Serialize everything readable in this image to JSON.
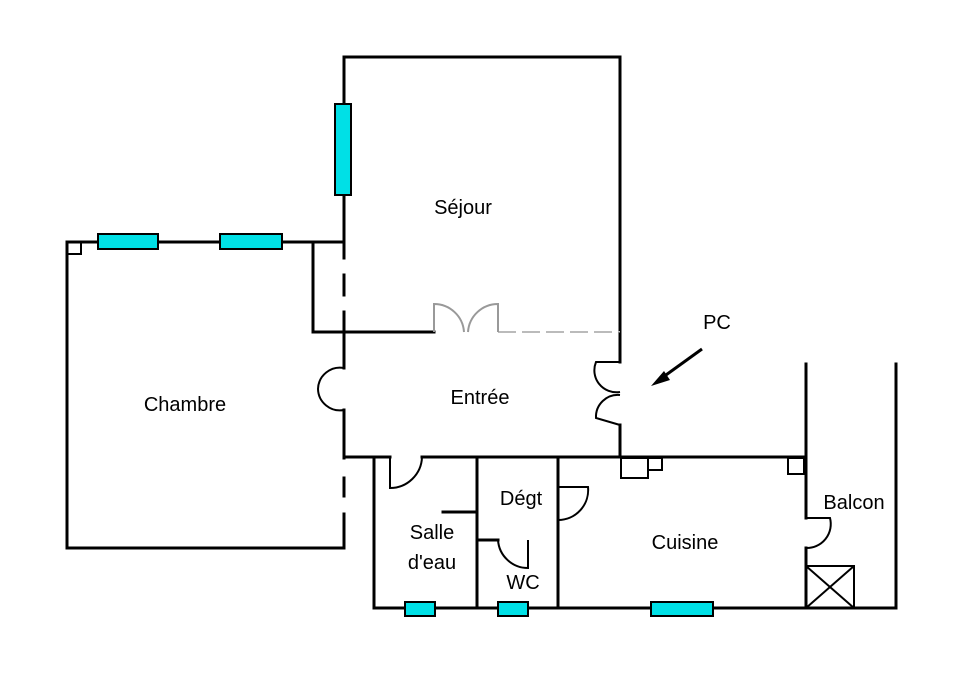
{
  "rooms": {
    "sejour": "Séjour",
    "chambre": "Chambre",
    "entree": "Entrée",
    "degt": "Dégt",
    "salle_line1": "Salle",
    "salle_line2": "d'eau",
    "wc": "WC",
    "cuisine": "Cuisine",
    "balcon": "Balcon"
  },
  "annotations": {
    "pc": "PC"
  },
  "colors": {
    "window": "#00e0e6",
    "wall": "#000000"
  }
}
